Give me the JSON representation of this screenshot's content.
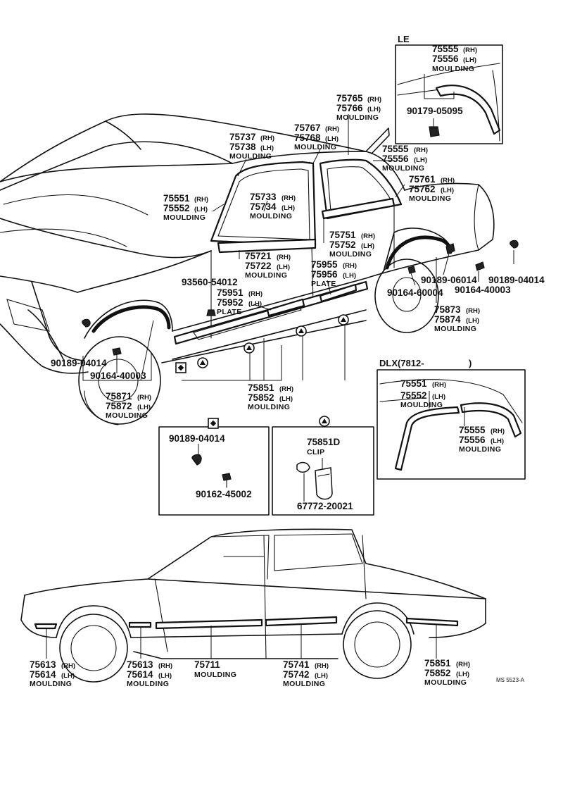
{
  "callouts": {
    "le_header": "LE",
    "le_75555": "75555",
    "le_75555_sfx": "(RH)",
    "le_75556": "75556",
    "le_75556_sfx": "(LH)",
    "le_moulding": "MOULDING",
    "le_90179": "90179-05095",
    "c75765": "75765",
    "c75765_sfx": "(RH)",
    "c75766": "75766",
    "c75766_sfx": "(LH)",
    "c75765_nm": "MOULDING",
    "c75767": "75767",
    "c75767_sfx": "(RH)",
    "c75768": "75768",
    "c75768_sfx": "(LH)",
    "c75767_nm": "MOULDING",
    "c75737": "75737",
    "c75737_sfx": "(RH)",
    "c75738": "75738",
    "c75738_sfx": "(LH)",
    "c75737_nm": "MOULDING",
    "c75555": "75555",
    "c75555_sfx": "(RH)",
    "c75556": "75556",
    "c75556_sfx": "(LH)",
    "c75555_nm": "MOULDING",
    "c75761": "75761",
    "c75761_sfx": "(RH)",
    "c75762": "75762",
    "c75762_sfx": "(LH)",
    "c75761_nm": "MOULDING",
    "c75551": "75551",
    "c75551_sfx": "(RH)",
    "c75552": "75552",
    "c75552_sfx": "(LH)",
    "c75551_nm": "MOULDING",
    "c75733": "75733",
    "c75733_sfx": "(RH)",
    "c75734": "75734",
    "c75734_sfx": "(LH)",
    "c75733_nm": "MOULDING",
    "c75751": "75751",
    "c75751_sfx": "(RH)",
    "c75752": "75752",
    "c75752_sfx": "(LH)",
    "c75751_nm": "MOULDING",
    "c75721": "75721",
    "c75721_sfx": "(RH)",
    "c75722": "75722",
    "c75722_sfx": "(LH)",
    "c75721_nm": "MOULDING",
    "c75955": "75955",
    "c75955_sfx": "(RH)",
    "c75956": "75956",
    "c75956_sfx": "(LH)",
    "c75955_nm": "PLATE",
    "c93560": "93560-54012",
    "c75951": "75951",
    "c75951_sfx": "(RH)",
    "c75952": "75952",
    "c75952_sfx": "(LH)",
    "c75951_nm": "PLATE",
    "c90189_06014": "90189-06014",
    "c90189_04014_r": "90189-04014",
    "c90164_60004": "90164-60004",
    "c90164_40003_r": "90164-40003",
    "c75873": "75873",
    "c75873_sfx": "(RH)",
    "c75874": "75874",
    "c75874_sfx": "(LH)",
    "c75873_nm": "MOULDING",
    "c90189_04014_l": "90189-04014",
    "c90164_40003_l": "90164-40003",
    "c75871": "75871",
    "c75871_sfx": "(RH)",
    "c75872": "75872",
    "c75872_sfx": "(LH)",
    "c75871_nm": "MOULDING",
    "c75851": "75851",
    "c75851_sfx": "(RH)",
    "c75852": "75852",
    "c75852_sfx": "(LH)",
    "c75851_nm": "MOULDING"
  },
  "dlx": {
    "header": "DLX(7812-",
    "header_close": ")",
    "p75551": "75551",
    "p75551_sfx": "(RH)",
    "p75552": "75552",
    "p75552_sfx": "(LH)",
    "p75551_nm": "MOULDING",
    "p75555": "75555",
    "p75555_sfx": "(RH)",
    "p75556": "75556",
    "p75556_sfx": "(LH)",
    "p75555_nm": "MOULDING"
  },
  "box_square": {
    "p90189": "90189-04014",
    "p90162": "90162-45002"
  },
  "box_triangle": {
    "p75851d": "75851D",
    "p75851d_nm": "CLIP",
    "p67772": "67772-20021"
  },
  "bottom": {
    "b75613": "75613",
    "b75613_sfx": "(RH)",
    "b75614": "75614",
    "b75614_sfx": "(LH)",
    "b75613_nm": "MOULDING",
    "m75613": "75613",
    "m75613_sfx": "(RH)",
    "m75614": "75614",
    "m75614_sfx": "(LH)",
    "m75613_nm": "MOULDING",
    "b75711": "75711",
    "b75711_nm": "MOULDING",
    "b75741": "75741",
    "b75741_sfx": "(RH)",
    "b75742": "75742",
    "b75742_sfx": "(LH)",
    "b75741_nm": "MOULDING",
    "b75851": "75851",
    "b75851_sfx": "(RH)",
    "b75852": "75852",
    "b75852_sfx": "(LH)",
    "b75851_nm": "MOULDING",
    "ref": "MS 5523-A"
  }
}
